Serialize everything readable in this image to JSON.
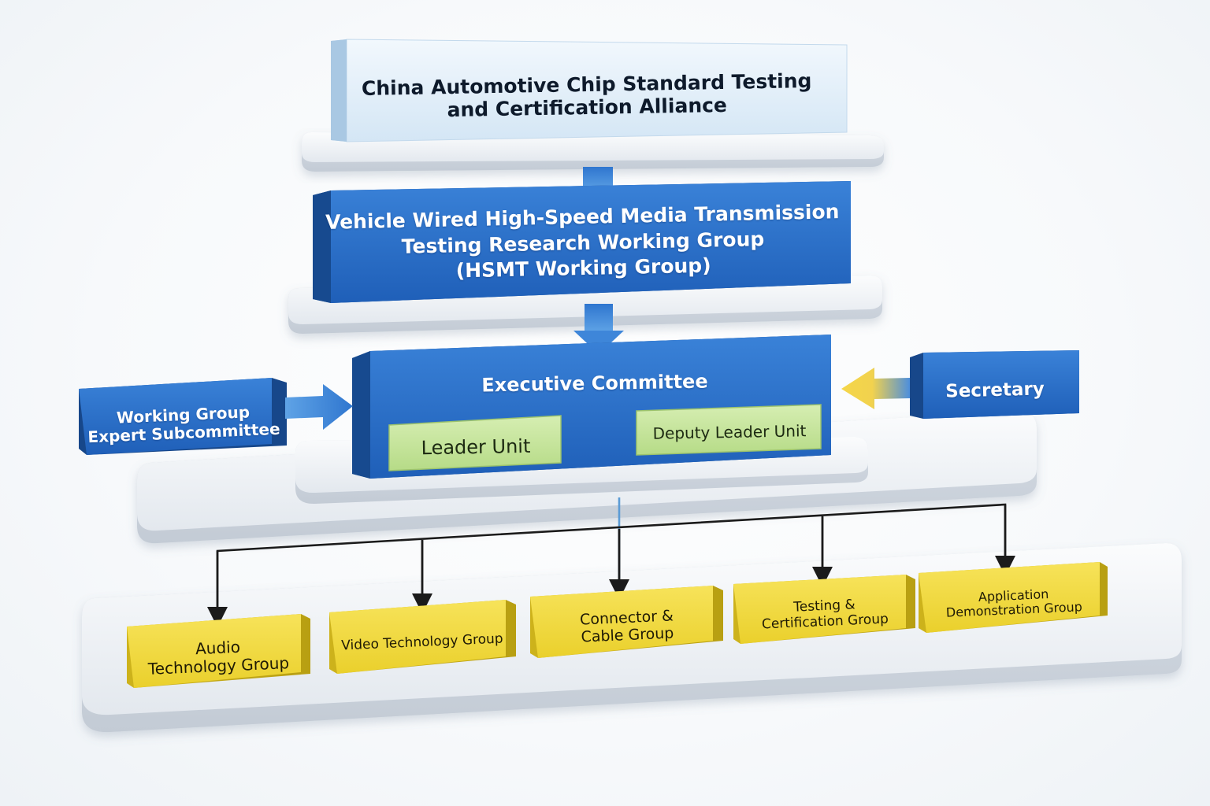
{
  "diagram": {
    "alliance": "China Automotive Chip Standard Testing\nand Certification Alliance",
    "working_group": "Vehicle Wired High-Speed Media Transmission\nTesting Research Working Group\n(HSMT Working Group)",
    "executive_committee": "Executive Committee",
    "leader_unit": "Leader Unit",
    "deputy_leader_unit": "Deputy Leader Unit",
    "expert_subcommittee": "Working Group\nExpert Subcommittee",
    "secretary": "Secretary",
    "groups": [
      "Audio\nTechnology Group",
      "Video Technology Group",
      "Connector &\nCable Group",
      "Testing &\nCertification Group",
      "Application\nDemonstration Group"
    ]
  },
  "colors": {
    "light_box": "#dcebf7",
    "blue_box": "#2a6fc9",
    "blue_box_dark": "#1b4f99",
    "green_box": "#c7e6a0",
    "yellow_box": "#f3dc3c",
    "platform": "#eef1f5",
    "arrow_blue": "#3b82d6",
    "arrow_yellow": "#f1d04a"
  }
}
